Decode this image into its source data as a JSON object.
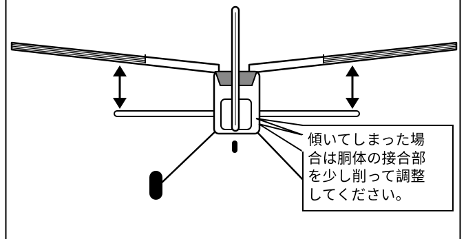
{
  "figure": {
    "name": "high-wing-aircraft-front-view",
    "colors": {
      "ink": "#000000",
      "paper": "#ffffff",
      "windshield": "#888888"
    }
  },
  "callout": {
    "lines": [
      "傾いてしまった場",
      "合は胴体の接合部",
      "を少し削って調整",
      "してください。"
    ]
  }
}
